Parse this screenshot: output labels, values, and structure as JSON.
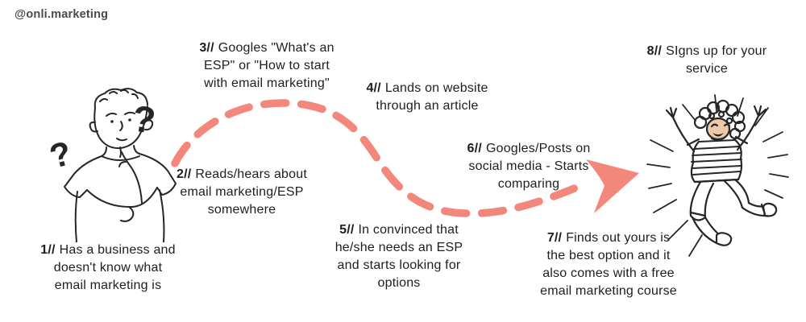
{
  "watermark": "@onli.marketing",
  "colors": {
    "accent": "#F4877B",
    "text": "#1E1E1E",
    "watermark": "#4A4A4A",
    "line_art": "#262626",
    "skin": "#EDC9A8"
  },
  "icons": {
    "question_mark": "?"
  },
  "steps": [
    {
      "num": "1//",
      "lines": [
        "Has a business and",
        "doesn't know what",
        "email marketing is"
      ]
    },
    {
      "num": "2//",
      "lines": [
        "Reads/hears about",
        "email marketing/ESP",
        "somewhere"
      ]
    },
    {
      "num": "3//",
      "lines": [
        "Googles \"What's an",
        "ESP\" or \"How to start",
        "with email marketing\""
      ]
    },
    {
      "num": "4//",
      "lines": [
        "Lands on website",
        "through an article"
      ]
    },
    {
      "num": "5//",
      "lines": [
        "In convinced that",
        "he/she needs an ESP",
        "and starts looking for",
        "options"
      ]
    },
    {
      "num": "6//",
      "lines": [
        "Googles/Posts on",
        "social media - Starts",
        "comparing"
      ]
    },
    {
      "num": "7//",
      "lines": [
        "Finds out yours is",
        "the best option and it",
        "also comes with a free",
        "email marketing course"
      ]
    },
    {
      "num": "8//",
      "lines": [
        "SIgns up for your",
        "service"
      ]
    }
  ],
  "illustrations": {
    "left": "thinking-person",
    "right": "celebrating-person"
  }
}
